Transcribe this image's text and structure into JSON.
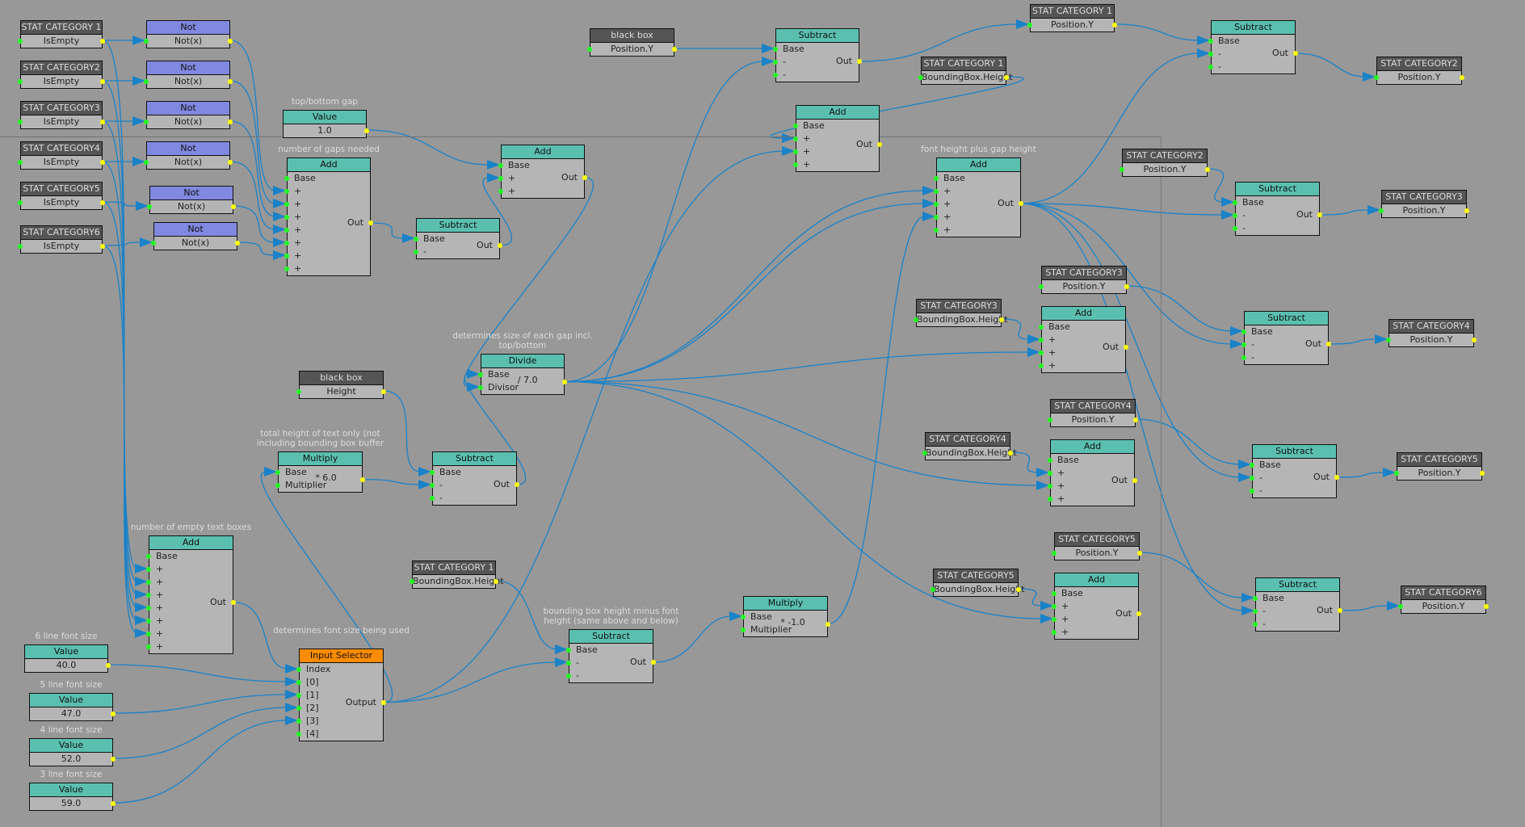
{
  "colors": {
    "wire": "#1a82c8",
    "source_header": "#555555",
    "math_header": "#5bbfb0",
    "logic_header": "#8088e0",
    "selector_header": "#ff8c00",
    "background": "#989898"
  },
  "nodes": [
    {
      "kind": "source",
      "title": "STAT CATEGORY 1",
      "rows": [
        "IsEmpty"
      ]
    },
    {
      "kind": "source",
      "title": "STAT CATEGORY2",
      "rows": [
        "IsEmpty"
      ]
    },
    {
      "kind": "source",
      "title": "STAT CATEGORY3",
      "rows": [
        "IsEmpty"
      ]
    },
    {
      "kind": "source",
      "title": "STAT CATEGORY4",
      "rows": [
        "IsEmpty"
      ]
    },
    {
      "kind": "source",
      "title": "STAT CATEGORY5",
      "rows": [
        "IsEmpty"
      ]
    },
    {
      "kind": "source",
      "title": "STAT CATEGORY6",
      "rows": [
        "IsEmpty"
      ]
    },
    {
      "kind": "logic",
      "title": "Not",
      "rows": [
        "Not(x)"
      ]
    },
    {
      "kind": "logic",
      "title": "Not",
      "rows": [
        "Not(x)"
      ]
    },
    {
      "kind": "logic",
      "title": "Not",
      "rows": [
        "Not(x)"
      ]
    },
    {
      "kind": "logic",
      "title": "Not",
      "rows": [
        "Not(x)"
      ]
    },
    {
      "kind": "logic",
      "title": "Not",
      "rows": [
        "Not(x)"
      ]
    },
    {
      "kind": "logic",
      "title": "Not",
      "rows": [
        "Not(x)"
      ]
    },
    {
      "kind": "value",
      "title": "Value",
      "rows": [
        "1.0"
      ],
      "comment": "top/bottom gap"
    },
    {
      "kind": "math",
      "title": "Add",
      "rows": [
        "Base",
        "+",
        "+",
        "+",
        "+",
        "+",
        "+",
        "+"
      ],
      "out": "Out",
      "comment": "number of gaps needed"
    },
    {
      "kind": "math",
      "title": "Subtract",
      "rows": [
        "Base",
        "-"
      ],
      "out": "Out"
    },
    {
      "kind": "math",
      "title": "Add",
      "rows": [
        "Base",
        "+",
        "+"
      ],
      "out": "Out"
    },
    {
      "kind": "source",
      "title": "black box",
      "rows": [
        "Position.Y"
      ]
    },
    {
      "kind": "math",
      "title": "Subtract",
      "rows": [
        "Base",
        "-",
        "-"
      ],
      "out": "Out"
    },
    {
      "kind": "math",
      "title": "Add",
      "rows": [
        "Base",
        "+",
        "+",
        "+"
      ],
      "out": "Out"
    },
    {
      "kind": "source",
      "title": "black box",
      "rows": [
        "Height"
      ]
    },
    {
      "kind": "math",
      "title": "Divide",
      "rows": [
        "Base",
        "Divisor"
      ],
      "op": "/ 7.0",
      "comment": "determines size of each gap incl. top/bottom"
    },
    {
      "kind": "math",
      "title": "Multiply",
      "rows": [
        "Base",
        "Multiplier"
      ],
      "op": "* 6.0",
      "comment": "total height of text only (not including bounding box buffer"
    },
    {
      "kind": "math",
      "title": "Subtract",
      "rows": [
        "Base",
        "-",
        "-"
      ],
      "out": "Out"
    },
    {
      "kind": "math",
      "title": "Add",
      "rows": [
        "Base",
        "+",
        "+",
        "+",
        "+",
        "+",
        "+",
        "+"
      ],
      "out": "Out",
      "comment": "number of empty text boxes"
    },
    {
      "kind": "value",
      "title": "Value",
      "rows": [
        "40.0"
      ],
      "comment": "6 line font size"
    },
    {
      "kind": "value",
      "title": "Value",
      "rows": [
        "47.0"
      ],
      "comment": "5 line font size"
    },
    {
      "kind": "value",
      "title": "Value",
      "rows": [
        "52.0"
      ],
      "comment": "4 line font size"
    },
    {
      "kind": "value",
      "title": "Value",
      "rows": [
        "59.0"
      ],
      "comment": "3 line font size"
    },
    {
      "kind": "selector",
      "title": "Input Selector",
      "rows": [
        "Index",
        " [0]",
        " [1]",
        " [2]",
        " [3]",
        " [4]"
      ],
      "out": "Output",
      "comment": "determines font size being used"
    },
    {
      "kind": "source",
      "title": "STAT CATEGORY 1",
      "rows": [
        "BoundingBox.Height"
      ]
    },
    {
      "kind": "math",
      "title": "Subtract",
      "rows": [
        "Base",
        "-",
        "-"
      ],
      "out": "Out",
      "comment": "bounding box height minus font height (same above and below)"
    },
    {
      "kind": "math",
      "title": "Multiply",
      "rows": [
        "Base",
        "Multiplier"
      ],
      "op": "* -1.0"
    },
    {
      "kind": "source",
      "title": "STAT CATEGORY 1",
      "rows": [
        "Position.Y"
      ]
    },
    {
      "kind": "math",
      "title": "Subtract",
      "rows": [
        "Base",
        "-",
        "-"
      ],
      "out": "Out"
    },
    {
      "kind": "source",
      "title": "STAT CATEGORY2",
      "rows": [
        "Position.Y"
      ]
    },
    {
      "kind": "source",
      "title": "STAT CATEGORY 1",
      "rows": [
        "BoundingBox.Height"
      ]
    },
    {
      "kind": "math",
      "title": "Add",
      "rows": [
        "Base",
        "+",
        "+",
        "+",
        "+"
      ],
      "out": "Out",
      "comment": "font height plus gap height"
    },
    {
      "kind": "source",
      "title": "STAT CATEGORY2",
      "rows": [
        "Position.Y"
      ]
    },
    {
      "kind": "math",
      "title": "Subtract",
      "rows": [
        "Base",
        "-",
        "-"
      ],
      "out": "Out"
    },
    {
      "kind": "source",
      "title": "STAT CATEGORY3",
      "rows": [
        "Position.Y"
      ]
    },
    {
      "kind": "source",
      "title": "STAT CATEGORY3",
      "rows": [
        "Position.Y"
      ]
    },
    {
      "kind": "source",
      "title": "STAT CATEGORY3",
      "rows": [
        "BoundingBox.Height"
      ]
    },
    {
      "kind": "math",
      "title": "Add",
      "rows": [
        "Base",
        "+",
        "+",
        "+"
      ],
      "out": "Out"
    },
    {
      "kind": "math",
      "title": "Subtract",
      "rows": [
        "Base",
        "-",
        "-"
      ],
      "out": "Out"
    },
    {
      "kind": "source",
      "title": "STAT CATEGORY4",
      "rows": [
        "Position.Y"
      ]
    },
    {
      "kind": "source",
      "title": "STAT CATEGORY4",
      "rows": [
        "Position.Y"
      ]
    },
    {
      "kind": "source",
      "title": "STAT CATEGORY4",
      "rows": [
        "BoundingBox.Height"
      ]
    },
    {
      "kind": "math",
      "title": "Add",
      "rows": [
        "Base",
        "+",
        "+",
        "+"
      ],
      "out": "Out"
    },
    {
      "kind": "math",
      "title": "Subtract",
      "rows": [
        "Base",
        "-",
        "-"
      ],
      "out": "Out"
    },
    {
      "kind": "source",
      "title": "STAT CATEGORY5",
      "rows": [
        "Position.Y"
      ]
    },
    {
      "kind": "source",
      "title": "STAT CATEGORY5",
      "rows": [
        "Position.Y"
      ]
    },
    {
      "kind": "source",
      "title": "STAT CATEGORY5",
      "rows": [
        "BoundingBox.Height"
      ]
    },
    {
      "kind": "math",
      "title": "Add",
      "rows": [
        "Base",
        "+",
        "+",
        "+"
      ],
      "out": "Out"
    },
    {
      "kind": "math",
      "title": "Subtract",
      "rows": [
        "Base",
        "-",
        "-"
      ],
      "out": "Out"
    },
    {
      "kind": "source",
      "title": "STAT CATEGORY6",
      "rows": [
        "Position.Y"
      ]
    }
  ]
}
